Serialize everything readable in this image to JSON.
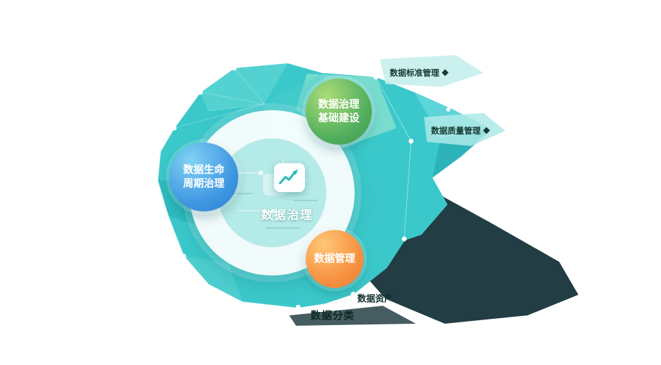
{
  "diagram": {
    "center": {
      "label": "数据治理",
      "icon": "line-chart-icon"
    },
    "nodes": [
      {
        "id": "foundation",
        "color": "#4aa95a",
        "lines": [
          "数据治理",
          "基础建设"
        ]
      },
      {
        "id": "lifecycle",
        "color": "#2e86d9",
        "lines": [
          "数据生命",
          "周期治理"
        ]
      },
      {
        "id": "management",
        "color": "#f28034",
        "lines": [
          "数据管理"
        ]
      }
    ],
    "tags": [
      {
        "id": "standard",
        "text": "数据标准管理"
      },
      {
        "id": "quality",
        "text": "数据质量管理"
      },
      {
        "id": "asset",
        "text": "数据资产"
      },
      {
        "id": "classification",
        "text": "数据分类"
      }
    ],
    "colors": {
      "blob_teal": "#3bc8ca",
      "ring_white": "#ffffff",
      "inner_disc": "#b4eae7",
      "shadow_dark": "#16333a",
      "icon_teal": "#28b9ba"
    }
  }
}
